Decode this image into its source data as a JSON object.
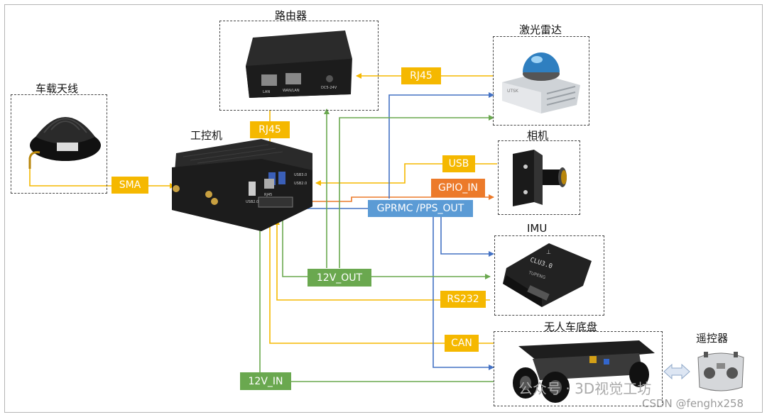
{
  "nodes": {
    "antenna": {
      "title": "车载天线"
    },
    "router": {
      "title": "路由器",
      "port_labels": [
        "LAN",
        "WAN/LAN",
        "DC5-24V"
      ]
    },
    "lidar": {
      "title": "激光雷达",
      "brand": "UTSK"
    },
    "ipc": {
      "title": "工控机",
      "port_labels": [
        "USB3.0",
        "USB2.0",
        "USB2.0",
        "RJ45"
      ]
    },
    "camera": {
      "title": "相机"
    },
    "imu": {
      "title": "IMU",
      "device_label": "CLU3.0",
      "device_brand": "TUPENG"
    },
    "chassis": {
      "title": "无人车底盘"
    },
    "remote": {
      "title": "遥控器"
    }
  },
  "links": {
    "sma": "SMA",
    "rj45_router": "RJ45",
    "rj45_lidar": "RJ45",
    "usb": "USB",
    "gpio": "GPIO_IN",
    "gprmc": "GPRMC /PPS_OUT",
    "v12out": "12V_OUT",
    "rs232": "RS232",
    "can": "CAN",
    "v12in": "12V_IN"
  },
  "colors": {
    "yellow": "#f5b800",
    "orange": "#ec7a2a",
    "blue": "#4472c4",
    "green": "#6aa84f"
  },
  "watermark": {
    "wechat": "公众号 · 3D视觉工坊",
    "csdn": "CSDN @fenghx258"
  }
}
